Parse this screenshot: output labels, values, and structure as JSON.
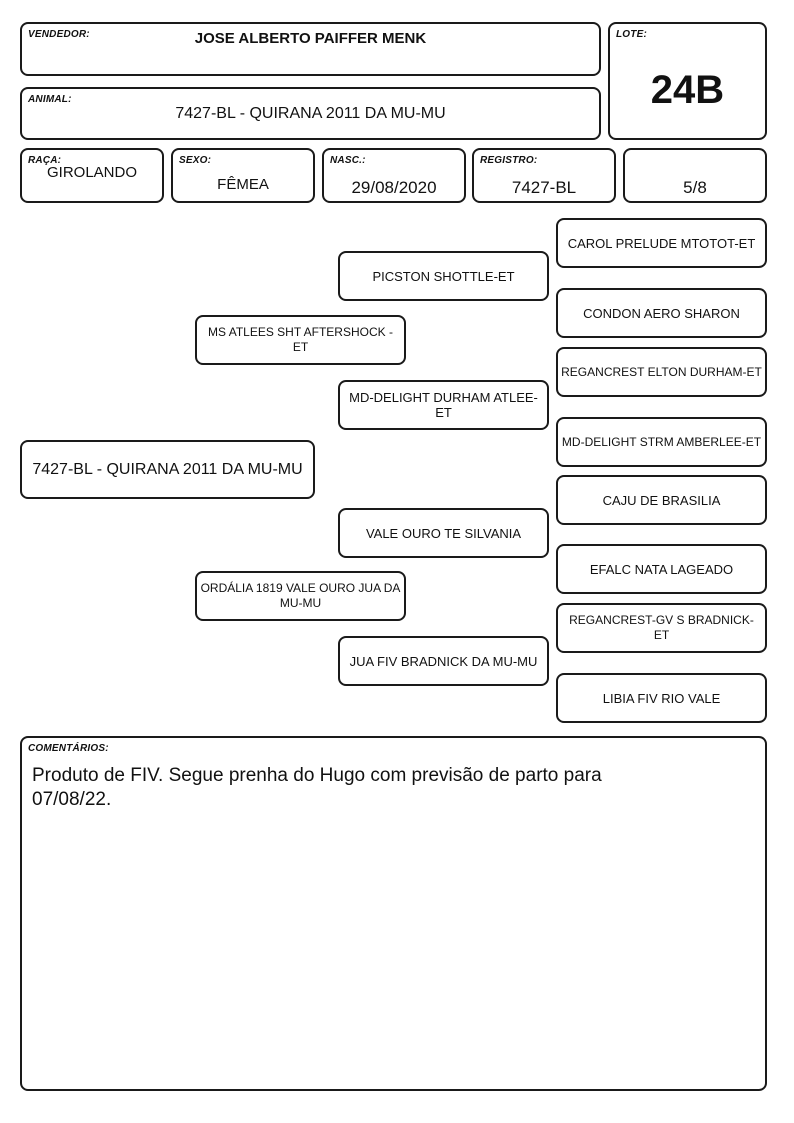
{
  "header": {
    "vendedor_label": "VENDEDOR:",
    "vendedor": "JOSE ALBERTO PAIFFER MENK",
    "lote_label": "LOTE:",
    "lote": "24B",
    "animal_label": "ANIMAL:",
    "animal": "7427-BL - QUIRANA 2011 DA MU-MU"
  },
  "info": {
    "raca_label": "RAÇA:",
    "raca": "GIROLANDO",
    "sexo_label": "SEXO:",
    "sexo": "FÊMEA",
    "nasc_label": "NASC.:",
    "nasc": "29/08/2020",
    "registro_label": "REGISTRO:",
    "registro": "7427-BL",
    "grau": "5/8"
  },
  "pedigree": {
    "animal": "7427-BL - QUIRANA 2011 DA MU-MU",
    "sire": "MS ATLEES SHT AFTERSHOCK - ET",
    "dam": "ORDÁLIA 1819 VALE OURO JUA DA MU-MU",
    "sire_sire": "PICSTON SHOTTLE-ET",
    "sire_dam": "MD-DELIGHT DURHAM ATLEE-ET",
    "dam_sire": "VALE OURO TE SILVANIA",
    "dam_dam": "JUA FIV BRADNICK DA MU-MU",
    "ggp": [
      "CAROL PRELUDE MTOTOT-ET",
      "CONDON AERO SHARON",
      "REGANCREST ELTON DURHAM-ET",
      "MD-DELIGHT STRM AMBERLEE-ET",
      "CAJU DE BRASILIA",
      "EFALC NATA LAGEADO",
      "REGANCREST-GV S BRADNICK- ET",
      "LIBIA FIV RIO VALE"
    ]
  },
  "comments": {
    "label": "COMENTÁRIOS:",
    "text": "Produto de FIV. Segue prenha do Hugo com previsão de parto para 07/08/22."
  }
}
